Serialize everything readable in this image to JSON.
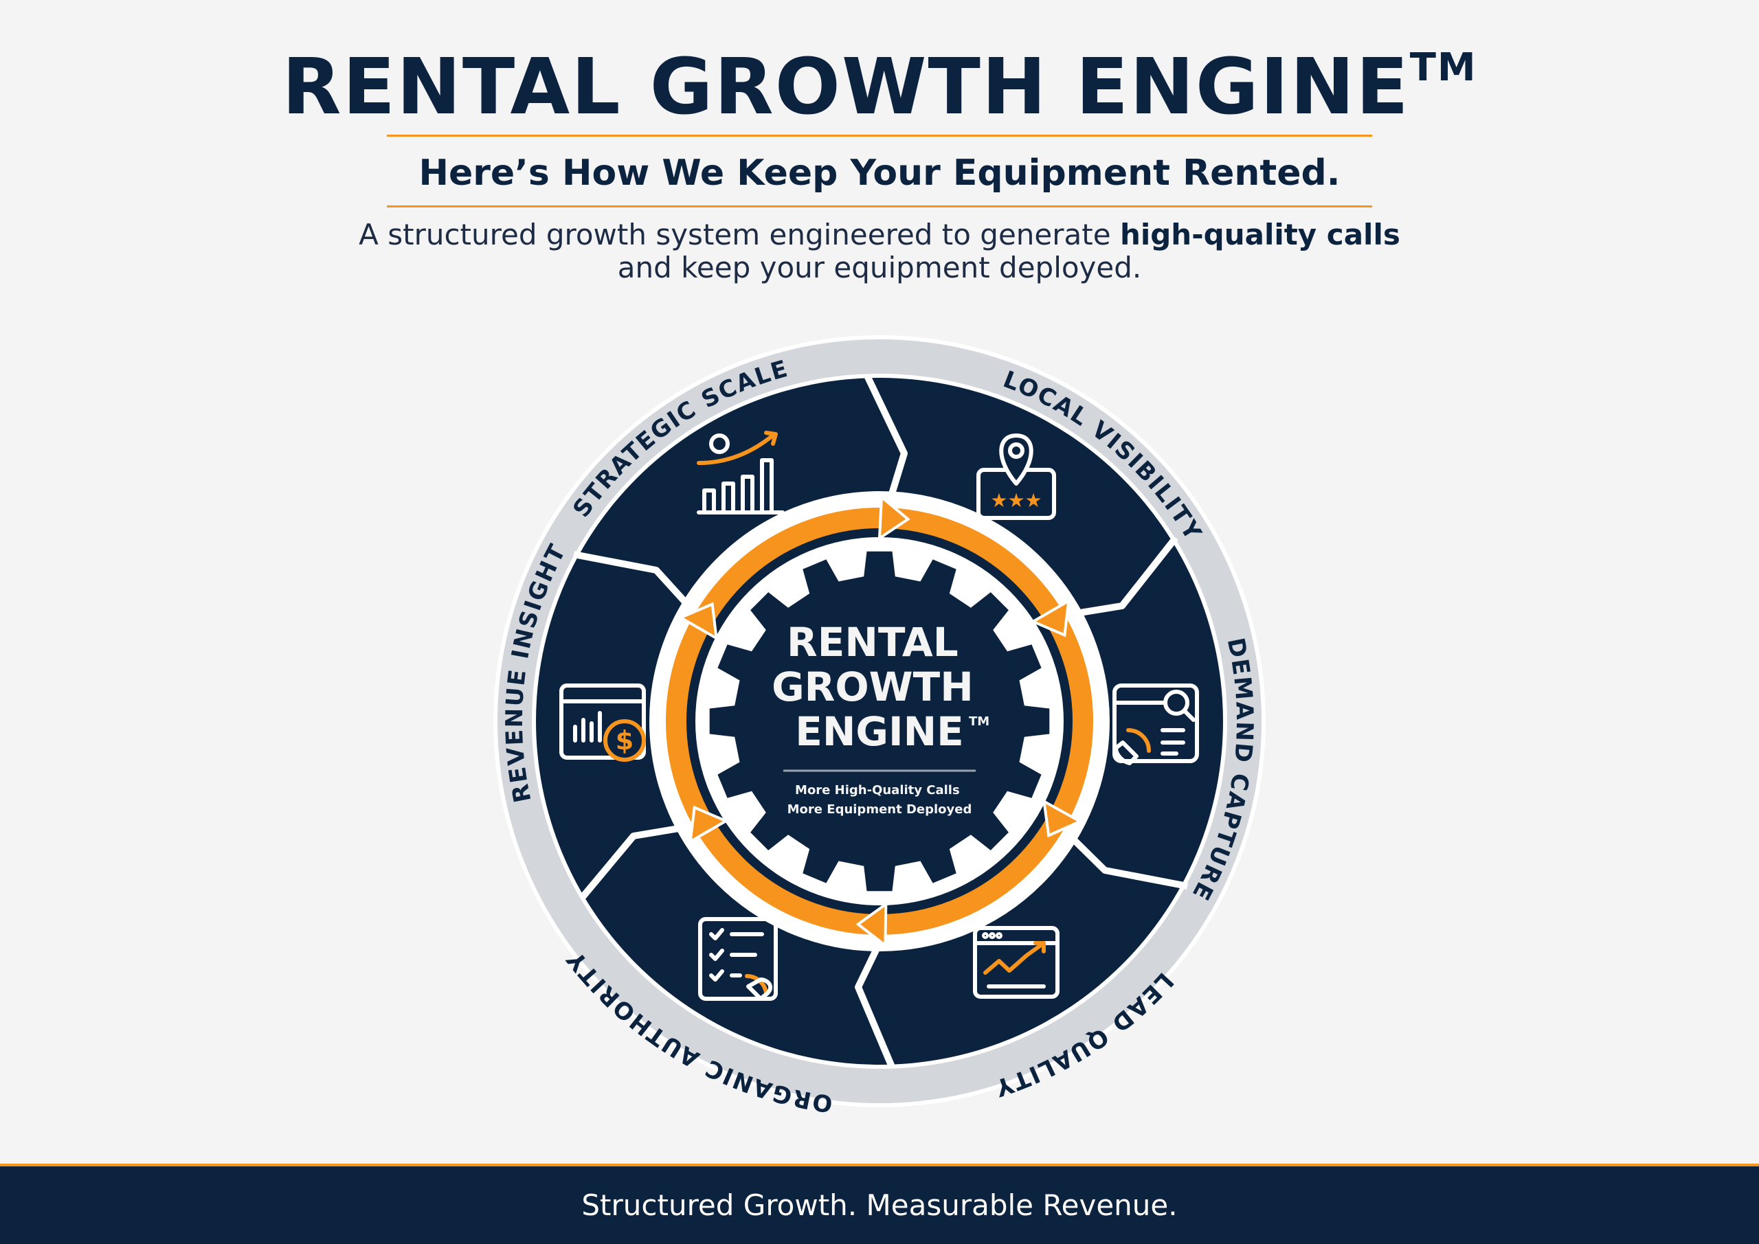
{
  "header": {
    "title": "RENTAL GROWTH ENGINE",
    "title_mark": "TM",
    "subtitle": "Here’s How We Keep Your Equipment Rented.",
    "description_prefix": "A structured growth system engineered to generate ",
    "description_bold": "high-quality calls",
    "description_suffix": "and keep your equipment deployed."
  },
  "diagram": {
    "center_lines": [
      "RENTAL",
      "GROWTH",
      "ENGINE"
    ],
    "center_mark": "TM",
    "center_tagline_1": "More High-Quality Calls",
    "center_tagline_2": "More Equipment Deployed",
    "segments": [
      {
        "label": "STRATEGIC SCALE",
        "icon": "growth-chart-gear-icon"
      },
      {
        "label": "LOCAL VISIBILITY",
        "icon": "map-pin-rating-icon"
      },
      {
        "label": "DEMAND CAPTURE",
        "icon": "phone-search-icon"
      },
      {
        "label": "ORGANIC AUTHORITY",
        "icon": "browser-trend-icon"
      },
      {
        "label": "LEAD QUALITY",
        "icon": "checklist-phone-icon"
      },
      {
        "label": "REVENUE INSIGHT",
        "icon": "dashboard-dollar-icon"
      }
    ]
  },
  "footer": {
    "tagline": "Structured Growth. Measurable Revenue."
  },
  "colors": {
    "navy": "#0c2340",
    "orange": "#f7941d",
    "ring": "#d3d6db",
    "background": "#f4f4f4"
  }
}
